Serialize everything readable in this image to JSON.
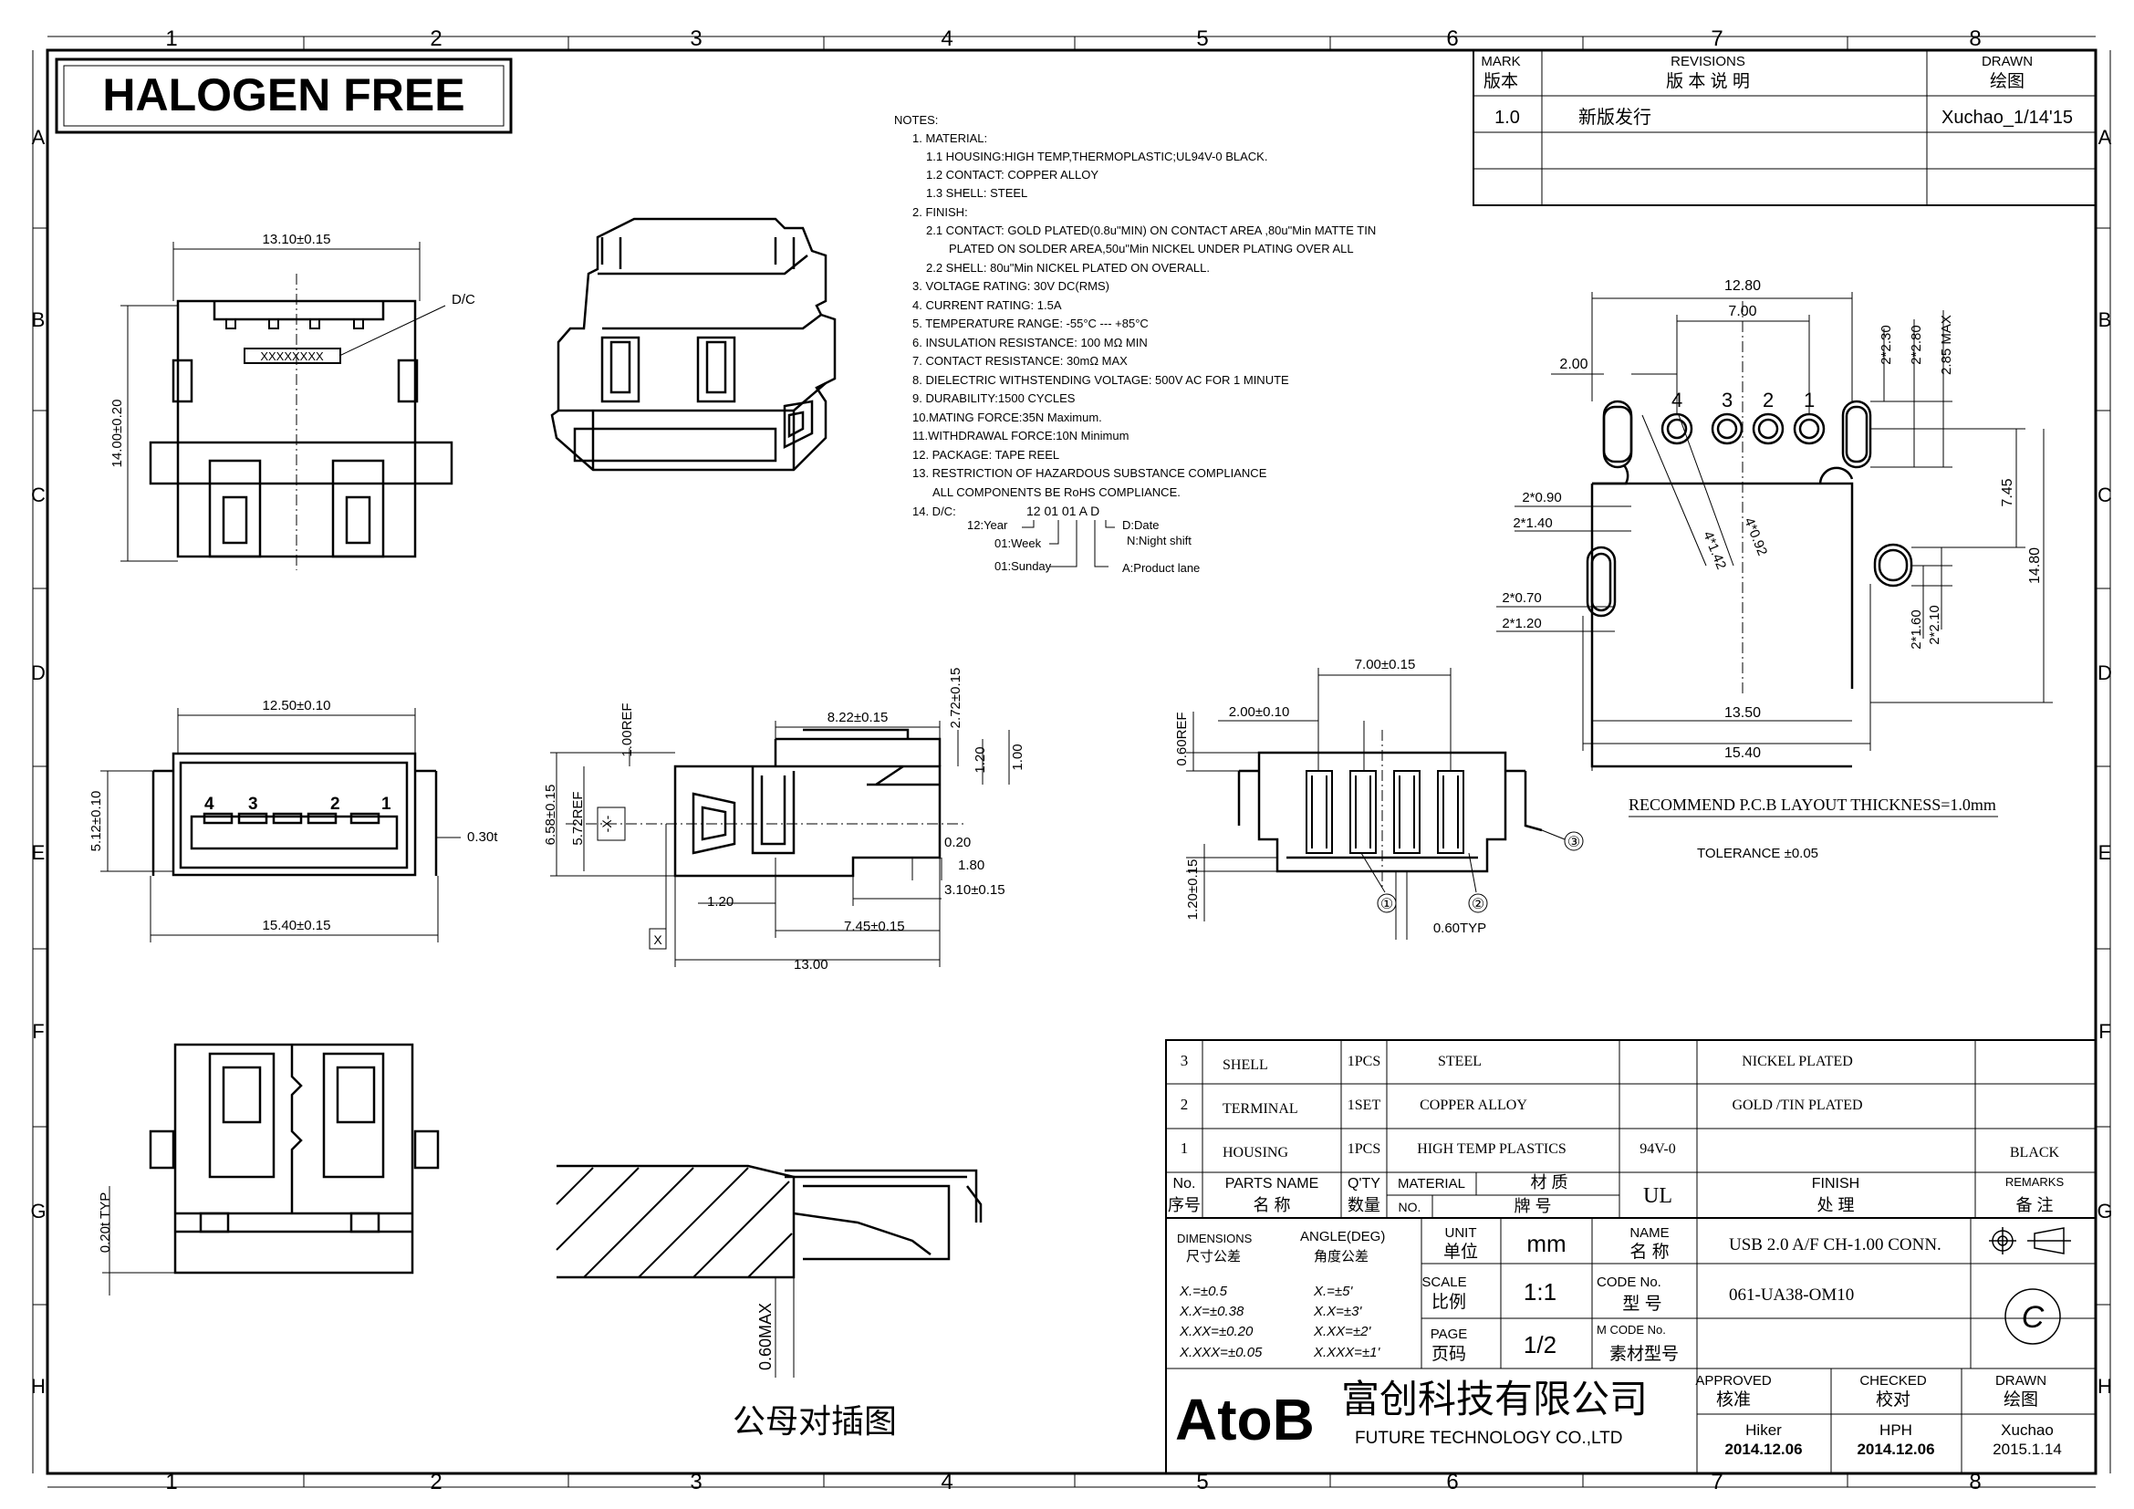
{
  "frame": {
    "columns": [
      "1",
      "2",
      "3",
      "4",
      "5",
      "6",
      "7",
      "8"
    ],
    "rows": [
      "A",
      "B",
      "C",
      "D",
      "E",
      "F",
      "G",
      "H"
    ]
  },
  "banner": "HALOGEN FREE",
  "revisions": {
    "mark_label": "MARK",
    "mark_cn": "版本",
    "rev_label": "REVISIONS",
    "rev_cn": "版 本 说 明",
    "drawn_label": "DRAWN",
    "drawn_cn": "绘图",
    "rows": [
      {
        "mark": "1.0",
        "desc": "新版发行",
        "drawn": "Xuchao_1/14'15"
      }
    ]
  },
  "notes": [
    "NOTES:",
    "1. MATERIAL:",
    "1.1 HOUSING:HIGH TEMP,THERMOPLASTIC;UL94V-0 BLACK.",
    "1.2 CONTACT: COPPER ALLOY",
    "1.3 SHELL: STEEL",
    "2. FINISH:",
    "2.1 CONTACT: GOLD PLATED(0.8u\"MIN) ON CONTACT AREA ,80u\"Min MATTE TIN",
    "PLATED ON SOLDER AREA,50u\"Min NICKEL UNDER PLATING OVER ALL",
    "2.2 SHELL: 80u\"Min NICKEL PLATED ON OVERALL.",
    "3. VOLTAGE RATING: 30V DC(RMS)",
    "4. CURRENT RATING: 1.5A",
    "5. TEMPERATURE RANGE: -55°C --- +85°C",
    "6. INSULATION RESISTANCE: 100 MΩ MIN",
    "7. CONTACT RESISTANCE: 30mΩ MAX",
    "8. DIELECTRIC WITHSTENDING VOLTAGE: 500V AC FOR 1 MINUTE",
    "9. DURABILITY:1500 CYCLES",
    "10.MATING FORCE:35N Maximum.",
    "11.WITHDRAWAL FORCE:10N Minimum",
    "12. PACKAGE: TAPE REEL",
    "13. RESTRICTION OF HAZARDOUS SUBSTANCE COMPLIANCE",
    "ALL COMPONENTS BE RoHS COMPLIANCE.",
    "14. D/C:"
  ],
  "dc_code": {
    "code": "12 01 01 A D",
    "year": "12:Year",
    "week": "01:Week",
    "sunday": "01:Sunday",
    "date": "D:Date",
    "night": "N:Night shift",
    "lane": "A:Product lane"
  },
  "top_view": {
    "width": "13.10±0.15",
    "height": "14.00±0.20",
    "dc_label": "D/C",
    "dc_marking": "XXXXXXXX"
  },
  "front_view": {
    "inner_width": "12.50±0.10",
    "outer_width": "15.40±0.15",
    "height": "5.12±0.10",
    "thickness": "0.30t",
    "pins": [
      "4",
      "3",
      "2",
      "1"
    ]
  },
  "side_view": {
    "d1": "8.22±0.15",
    "d2": "2.72±0.15",
    "d3": "1.00REF",
    "d4": "6.58±0.15",
    "d5": "5.72REF",
    "d6": "1.20",
    "d7": "1.00",
    "d8": "0.20",
    "d9": "1.80",
    "d10": "3.10±0.15",
    "d11": "1.20",
    "d12": "7.45±0.15",
    "d13": "13.00",
    "datum": "X",
    "datum_ref": "-X-"
  },
  "rear_view": {
    "d1": "7.00±0.15",
    "d2": "2.00±0.10",
    "d3": "0.60REF",
    "d4": "1.20±0.15",
    "d5": "0.60TYP",
    "balloons": [
      "①",
      "②",
      "③"
    ]
  },
  "pcb": {
    "d_1280": "12.80",
    "d_700": "7.00",
    "d_200": "2.00",
    "d_2x230": "2*2.30",
    "d_2x280": "2*2.80",
    "d_285": "2.85 MAX",
    "d_2x090": "2*0.90",
    "d_2x140": "2*1.40",
    "d_2x070": "2*0.70",
    "d_2x120": "2*1.20",
    "d_4x142": "4*1.42",
    "d_4x092": "4*0.92",
    "d_745": "7.45",
    "d_1480": "14.80",
    "d_2x160": "2*1.60",
    "d_2x210": "2*2.10",
    "d_1350": "13.50",
    "d_1540": "15.40",
    "pins": [
      "4",
      "3",
      "2",
      "1"
    ],
    "recommend": "RECOMMEND P.C.B LAYOUT THICKNESS=1.0mm",
    "tolerance": "TOLERANCE ±0.05"
  },
  "bottom_view": {
    "d1": "0.20t TYP"
  },
  "mating_view": {
    "d1": "0.60MAX",
    "caption": "公母对插图"
  },
  "bom": {
    "rows": [
      {
        "no": "3",
        "name": "SHELL",
        "qty": "1PCS",
        "material": "STEEL",
        "grade": "",
        "finish": "NICKEL PLATED",
        "remarks": ""
      },
      {
        "no": "2",
        "name": "TERMINAL",
        "qty": "1SET",
        "material": "COPPER ALLOY",
        "grade": "",
        "finish": "GOLD /TIN PLATED",
        "remarks": ""
      },
      {
        "no": "1",
        "name": "HOUSING",
        "qty": "1PCS",
        "material": "HIGH TEMP PLASTICS",
        "grade": "94V-0",
        "finish": "",
        "remarks": "BLACK"
      }
    ],
    "header": {
      "no": "No.",
      "no_cn": "序号",
      "name": "PARTS NAME",
      "name_cn": "名  称",
      "qty": "Q'TY",
      "qty_cn": "数量",
      "material": "MATERIAL",
      "material_cn": "材  质",
      "no2": "NO.",
      "grade_cn": "牌  号",
      "grade": "UL",
      "finish": "FINISH",
      "finish_cn": "处  理",
      "remarks": "REMARKS",
      "remarks_cn": "备  注"
    }
  },
  "title_block": {
    "dimensions": "DIMENSIONS",
    "dimensions_cn": "尺寸公差",
    "angle": "ANGLE(DEG)",
    "angle_cn": "角度公差",
    "tol": [
      "X.=±0.5",
      "X.X=±0.38",
      "X.XX=±0.20",
      "X.XXX=±0.05"
    ],
    "ang": [
      "X.=±5'",
      "X.X=±3'",
      "X.XX=±2'",
      "X.XXX=±1'"
    ],
    "unit": "UNIT",
    "unit_cn": "单位",
    "unit_val": "mm",
    "scale": "SCALE",
    "scale_cn": "比例",
    "scale_val": "1:1",
    "page": "PAGE",
    "page_cn": "页码",
    "page_val": "1/2",
    "name": "NAME",
    "name_cn": "名  称",
    "name_val": "USB 2.0 A/F  CH-1.00 CONN.",
    "code": "CODE No.",
    "code_cn": "型  号",
    "code_val": "061-UA38-OM10",
    "mcode": "M CODE No.",
    "mcode_cn": "素材型号",
    "proj_symbol": "C",
    "logo": "AtoB",
    "company_cn": "富创科技有限公司",
    "company_en": "FUTURE TECHNOLOGY CO.,LTD",
    "approved": "APPROVED",
    "approved_cn": "核准",
    "approved_name": "Hiker",
    "approved_date": "2014.12.06",
    "checked": "CHECKED",
    "checked_cn": "校对",
    "checked_name": "HPH",
    "checked_date": "2014.12.06",
    "drawn": "DRAWN",
    "drawn_cn": "绘图",
    "drawn_name": "Xuchao",
    "drawn_date": "2015.1.14"
  }
}
